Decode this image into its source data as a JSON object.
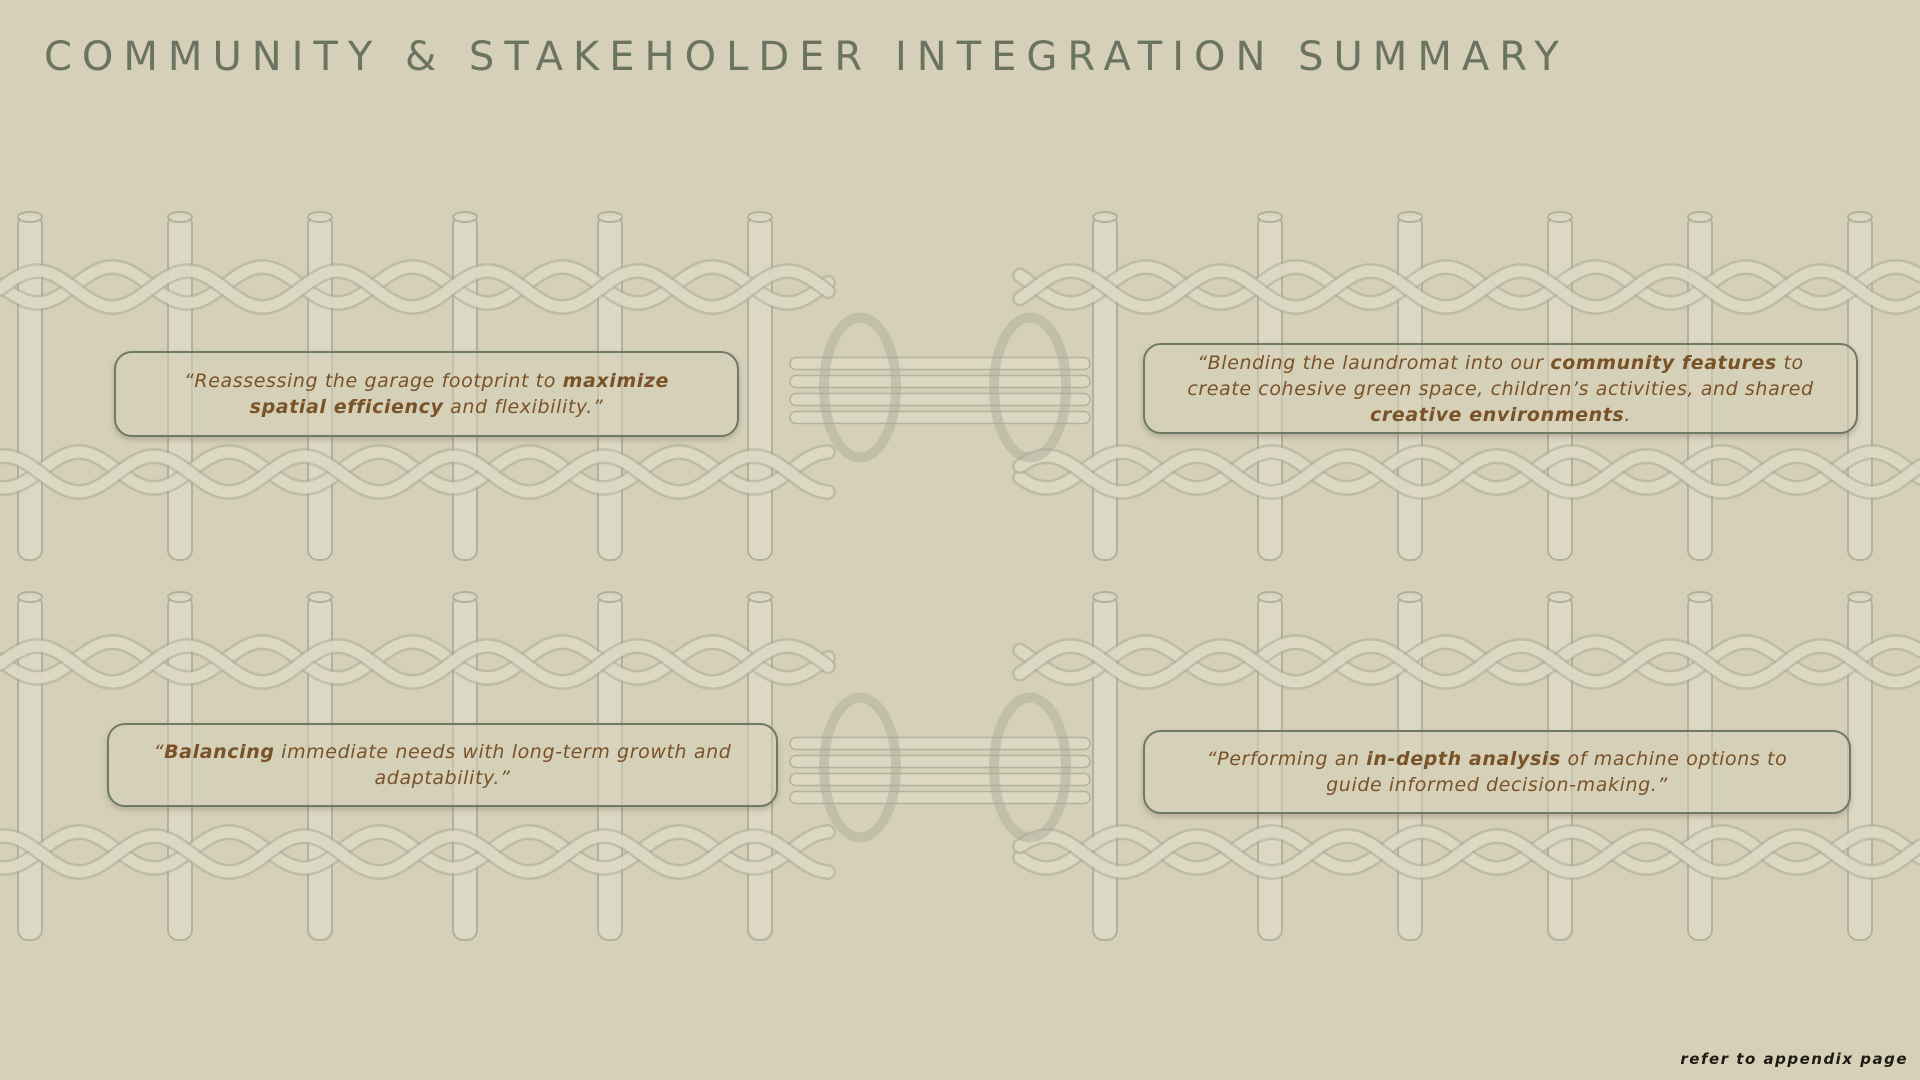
{
  "page": {
    "title": "COMMUNITY & STAKEHOLDER INTEGRATION SUMMARY",
    "footnote": "refer to appendix page"
  },
  "colors": {
    "background": "#d6d0b8",
    "title": "#6b7461",
    "quote_text": "#7a5228",
    "box_border": "#6e7a66",
    "weave_stroke": "#a9ad98",
    "weave_fill": "#dfdac5",
    "weave_rust": "#c79a7e"
  },
  "quotes": [
    {
      "id": "garage",
      "parts": [
        {
          "text": "“Reassessing the garage footprint to ",
          "bold": false
        },
        {
          "text": "maximize spatial efficiency",
          "bold": true
        },
        {
          "text": " and flexibility.”",
          "bold": false
        }
      ]
    },
    {
      "id": "laundromat",
      "parts": [
        {
          "text": "“Blending the laundromat into our ",
          "bold": false
        },
        {
          "text": "community features",
          "bold": true
        },
        {
          "text": " to create cohesive green space, children’s activities, and shared ",
          "bold": false
        },
        {
          "text": "creative environments",
          "bold": true
        },
        {
          "text": ".",
          "bold": false
        }
      ]
    },
    {
      "id": "balancing",
      "parts": [
        {
          "text": "“",
          "bold": false
        },
        {
          "text": "Balancing",
          "bold": true
        },
        {
          "text": " immediate needs with long-term growth and adaptability.”",
          "bold": false
        }
      ]
    },
    {
      "id": "analysis",
      "parts": [
        {
          "text": "“Performing an ",
          "bold": false
        },
        {
          "text": "in-depth analysis",
          "bold": true
        },
        {
          "text": " of machine options to guide informed decision-making.”",
          "bold": false
        }
      ]
    }
  ]
}
